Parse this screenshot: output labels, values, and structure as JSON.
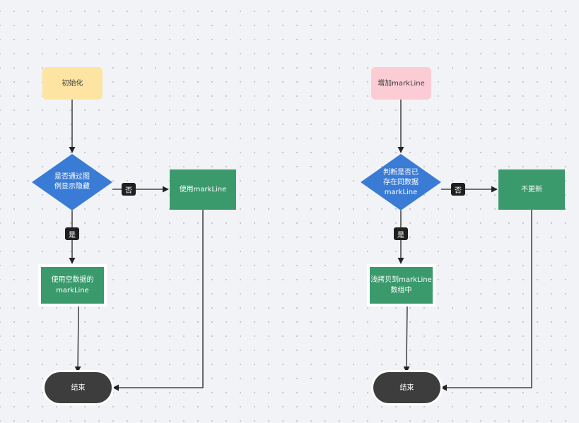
{
  "left_flow": {
    "start": "初始化",
    "decision": [
      "是否通过图",
      "例显示隐藏"
    ],
    "yes_label": "是",
    "no_label": "否",
    "yes_action": [
      "使用空数据的",
      "markLine"
    ],
    "no_action": "使用markLine",
    "end": "结束"
  },
  "right_flow": {
    "start": "增加markLine",
    "decision": [
      "判断是否已",
      "存在同数据",
      "markLine"
    ],
    "yes_label": "是",
    "no_label": "否",
    "yes_action": [
      "浅拷贝到markLine",
      "数组中"
    ],
    "no_action": "不更新",
    "end": "结束"
  },
  "colors": {
    "start_left": "#fde4a3",
    "start_right": "#fcccd5",
    "decision": "#3a7bd5",
    "process": "#3a9a6c",
    "terminal": "#3d3d3d",
    "edge": "#222222"
  }
}
